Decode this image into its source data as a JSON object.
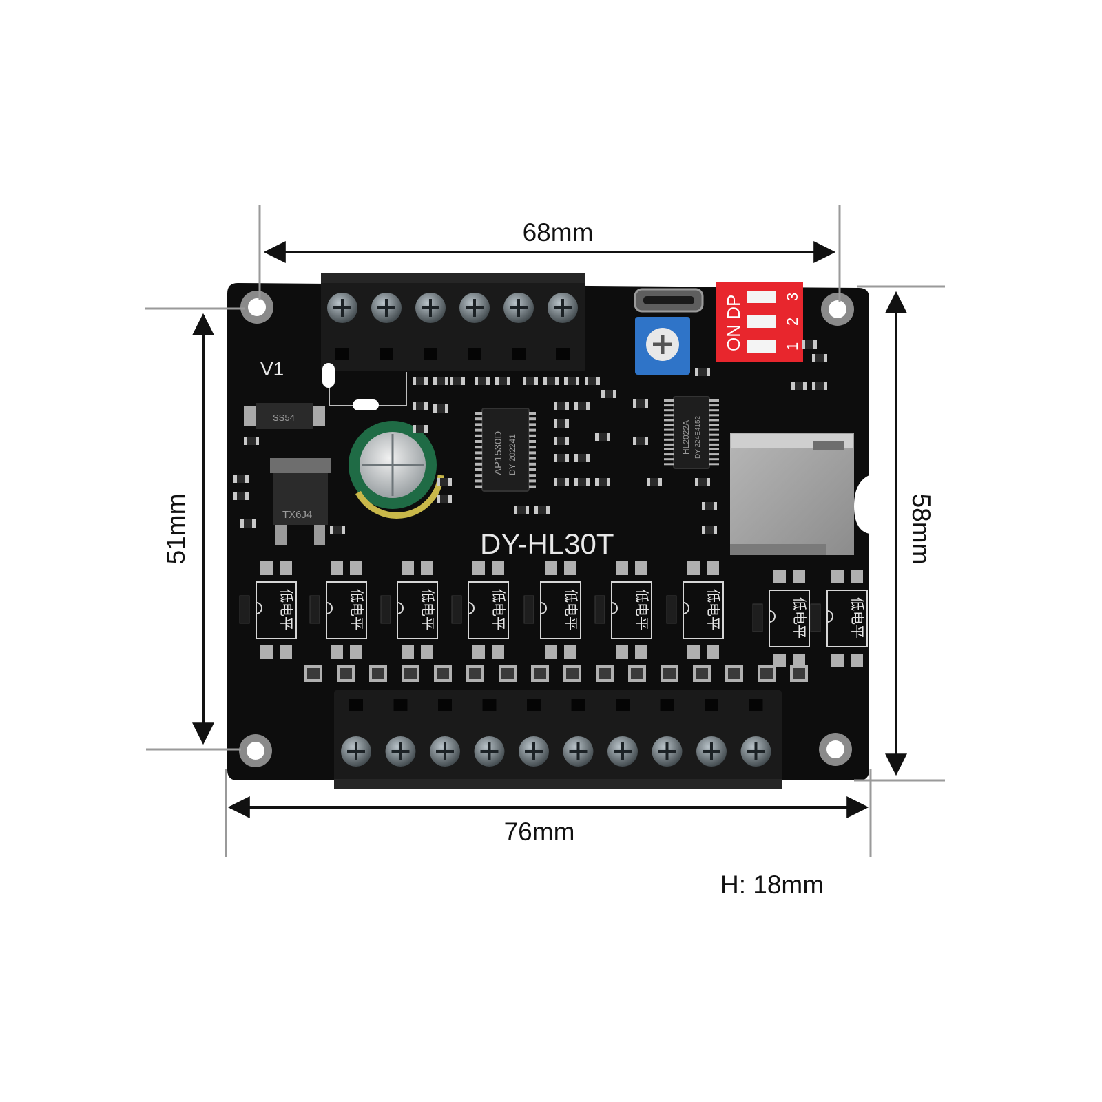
{
  "dimensions": {
    "top_width": "68mm",
    "bottom_width": "76mm",
    "left_height": "51mm",
    "right_height": "58mm",
    "height_note": "H: 18mm"
  },
  "board": {
    "model": "DY-HL30T",
    "version": "V1",
    "chip_main_line1": "AP1530D",
    "chip_main_line2": "DY 202241",
    "chip_second_line1": "HL2022A",
    "chip_second_line2": "DY 224E4152",
    "regulator_text": "TX6J4",
    "diode_text": "SS54",
    "dip_label": "ON DP",
    "dip_numbers": [
      "1",
      "2",
      "3"
    ],
    "input_label": "低电平",
    "input_count": 9
  },
  "colors": {
    "pcb": "#0d0d0d",
    "dip_switch": "#e8262d",
    "potentiometer": "#2f74c8",
    "sd_slot": "#9a9a9a",
    "dimension_line": "#111111",
    "extension_line": "#9a9a9a"
  }
}
